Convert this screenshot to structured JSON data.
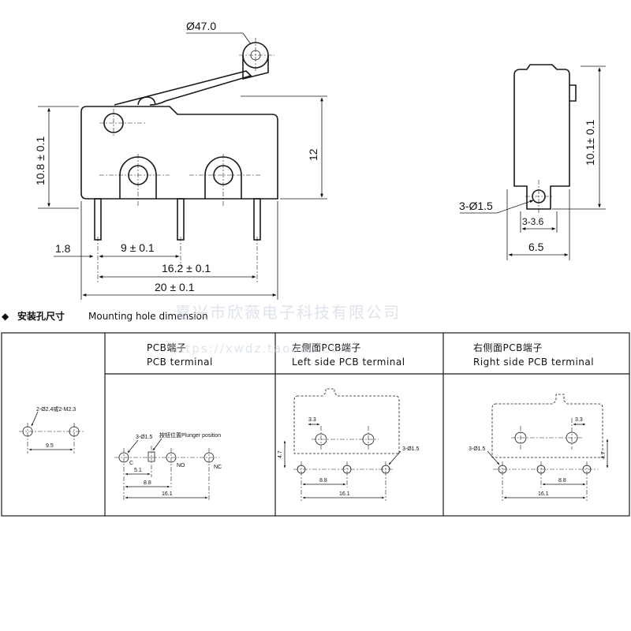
{
  "front_view": {
    "roller_diameter": "Ø47.0",
    "height_body": "10.8 ± 0.1",
    "height_total": "12",
    "pin_offset": "1.8",
    "pin_pitch_1": "9 ± 0.1",
    "pin_pitch_2": "16.2 ± 0.1",
    "length": "20 ± 0.1"
  },
  "side_view": {
    "hole_diameter": "3-Ø1.5",
    "pin_width": "3-3.6",
    "width": "6.5",
    "height": "10.1± 0.1"
  },
  "section": {
    "bullet": "◆",
    "title_cn": "安装孔尺寸",
    "title_en": "Mounting hole dimension"
  },
  "panels": [
    {
      "title_cn": "",
      "title_en": "",
      "note1": "2-Ø2.4或2-M2.3",
      "dim": "9.5"
    },
    {
      "title_cn": "PCB端子",
      "title_en": "PCB terminal",
      "note1": "3-Ø1.5",
      "note2": "按钮位置Plunger position",
      "c": "C",
      "no": "NO",
      "nc": "NC",
      "d1": "5.1",
      "d2": "8.8",
      "d3": "16.1"
    },
    {
      "title_cn": "左侧面PCB端子",
      "title_en": "Left side PCB terminal",
      "d_a": "3.3",
      "d_h": "4.7",
      "note1": "3-Ø1.5",
      "d2": "8.8",
      "d3": "16.1"
    },
    {
      "title_cn": "右侧面PCB端子",
      "title_en": "Right side PCB terminal",
      "d_a": "3.3",
      "d_h": "4.7",
      "note1": "3-Ø1.5",
      "d2": "8.8",
      "d3": "16.1"
    }
  ],
  "watermark": {
    "line1": "嘉兴市欣薇电子科技有限公司",
    "line2": "https://xwdz.taobao.com"
  }
}
